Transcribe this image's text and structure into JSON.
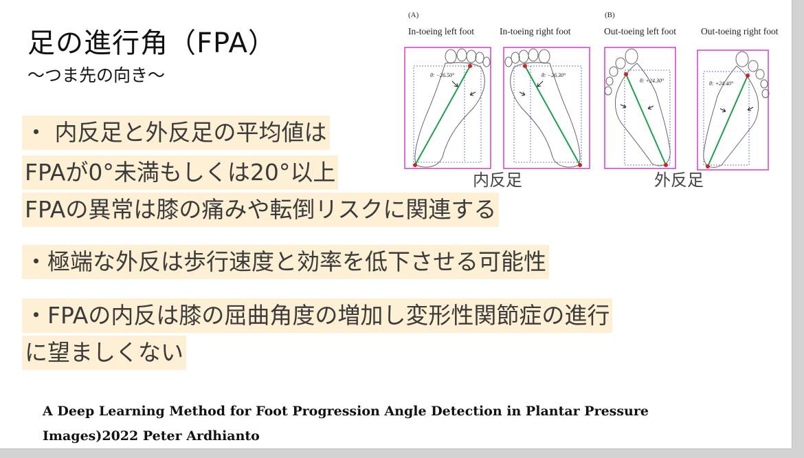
{
  "title": "足の進行角（FPA）",
  "subtitle": "〜つま先の向き〜",
  "bullets": [
    "・ 内反足と外反足の平均値は",
    "FPAが0°未満もしくは20°以上",
    "FPAの異常は膝の痛みや転倒リスクに関連する",
    "・極端な外反は歩行速度と効率を低下させる可能性",
    "・FPAの内反は膝の屈曲角度の増加し変形性関節症の進行",
    "に望ましくない"
  ],
  "figure": {
    "panel_a": "(A)",
    "panel_b": "(B)",
    "feet": [
      {
        "title": "In-toeing left foot",
        "angle": "θ: −26.50°"
      },
      {
        "title": "In-toeing right foot",
        "angle": "θ: −26.30°"
      },
      {
        "title": "Out-toeing left foot",
        "angle": "θ: +24.30°"
      },
      {
        "title": "Out-toeing right foot",
        "angle": "θ: +24.40°"
      }
    ],
    "caption_in": "内反足",
    "caption_out": "外反足",
    "colors": {
      "box": "#d43cc8",
      "line": "#1aa04a",
      "marker": "#d42020",
      "dotted": "#3a5fa8"
    }
  },
  "citation": "A Deep Learning Method for Foot Progression Angle Detection in Plantar Pressure Images)2022 Peter Ardhianto"
}
